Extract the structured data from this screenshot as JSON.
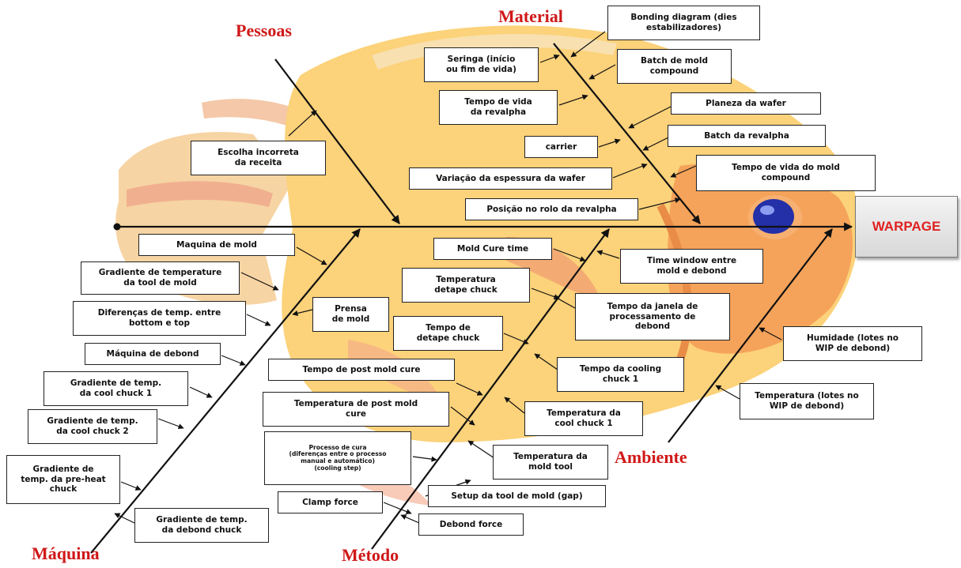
{
  "effect": "WARPAGE",
  "categories": {
    "pessoas": "Pessoas",
    "material": "Material",
    "maquina": "Máquina",
    "metodo": "Método",
    "ambiente": "Ambiente"
  },
  "causes": {
    "pessoas": [
      "Escolha incorreta\nda receita"
    ],
    "material": [
      "Bonding diagram (dies\nestabilizadores)",
      "Seringa (início\nou fim de vida)",
      "Batch de mold\ncompound",
      "Tempo de vida\nda revalpha",
      "Planeza da wafer",
      "carrier",
      "Batch da revalpha",
      "Variação da espessura da wafer",
      "Tempo de vida do mold\ncompound",
      "Posição no rolo da revalpha"
    ],
    "maquina": [
      "Maquina de mold",
      "Gradiente de temperature\nda tool de mold",
      "Diferenças de temp. entre\nbottom e top",
      "Prensa\nde mold",
      "Máquina de debond",
      "Gradiente de temp.\nda cool chuck 1",
      "Gradiente de temp.\nda cool chuck 2",
      "Gradiente de\ntemp. da pre-heat\nchuck",
      "Gradiente de temp.\nda debond chuck"
    ],
    "metodo": [
      "Mold Cure time",
      "Temperatura\ndetape chuck",
      "Time window entre\nmold e debond",
      "Tempo de\ndetape chuck",
      "Tempo da janela de\nprocessamento de\ndebond",
      "Tempo de post mold cure",
      "Tempo da cooling\nchuck 1",
      "Temperatura de post mold\ncure",
      "Temperatura da\ncool chuck 1",
      "Processo de cura\n(diferenças entre o processo\nmanual e automático)\n(cooling step)",
      "Temperatura da\nmold tool",
      "Setup da tool de mold (gap)",
      "Clamp force",
      "Debond force"
    ],
    "ambiente": [
      "Humidade (lotes no\nWIP de debond)",
      "Temperatura (lotes no\nWIP de debond)"
    ]
  }
}
